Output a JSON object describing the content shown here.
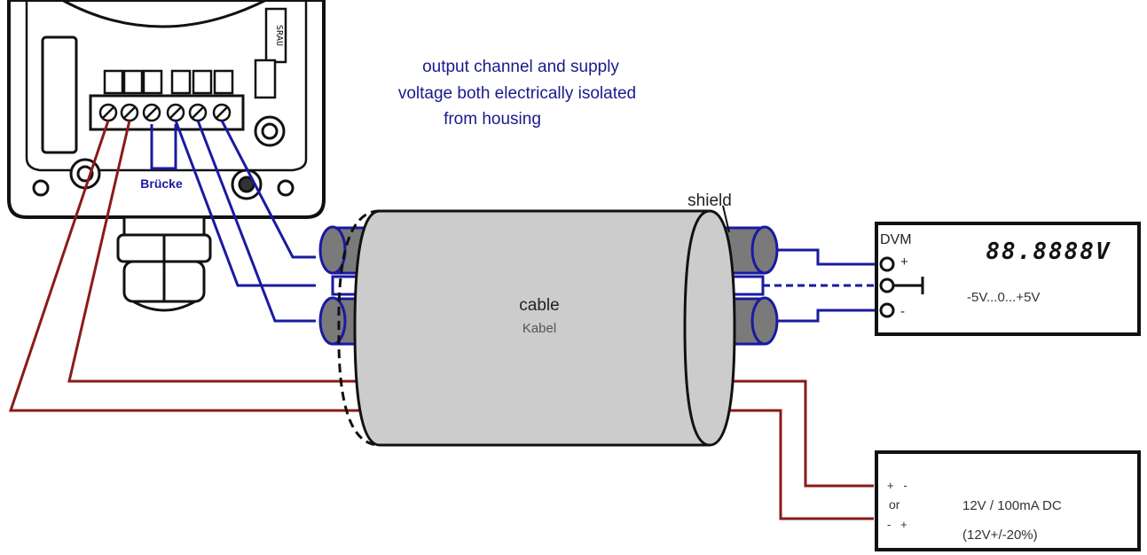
{
  "annotation": {
    "line1": "output channel and supply",
    "line2": "voltage both electrically isolated",
    "line3": "from housing"
  },
  "housing": {
    "bridge_label": "Brücke",
    "side_text": "SRAU"
  },
  "cable": {
    "label_en": "cable",
    "label_de": "Kabel",
    "shield_label": "shield"
  },
  "dvm": {
    "title": "DVM",
    "display": "88.8888V",
    "plus": "+",
    "minus": "-",
    "range": "-5V...0...+5V"
  },
  "supply": {
    "top_signs": "+   -",
    "or": "or",
    "bottom_signs": "-   +",
    "rating": "12V / 100mA DC",
    "tolerance": "(12V+/-20%)"
  },
  "colors": {
    "signal_wire": "#1a1aa0",
    "supply_wire": "#8b1a1a",
    "cable_body": "#cccccc",
    "conductor_fill": "#7a7a7a",
    "annotation_text": "#1a1a8c",
    "outline": "#111111"
  }
}
